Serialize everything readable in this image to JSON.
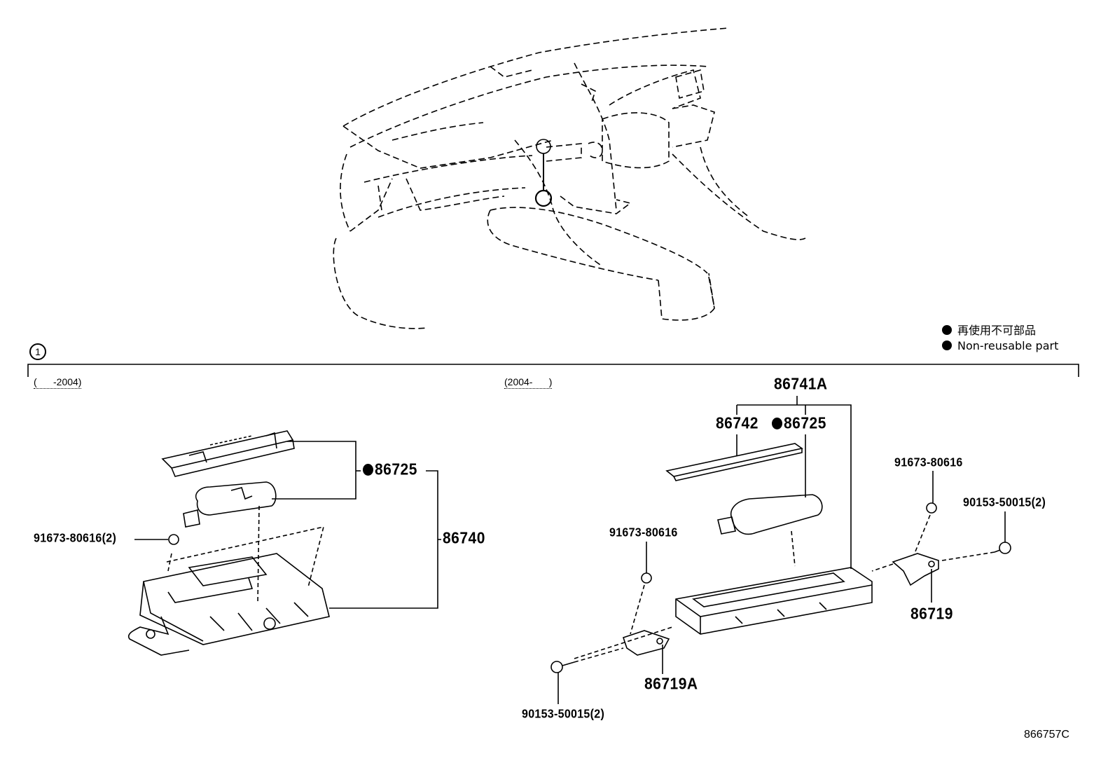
{
  "section_marker": "1",
  "periods": {
    "early": "(      -2004)",
    "late": "(2004-      )"
  },
  "legend": {
    "jp": "再使用不可部品",
    "en": "Non-reusable part"
  },
  "parts": {
    "left_86725": "86725",
    "left_86740": "86740",
    "left_screw": "91673-80616(2)",
    "right_86741A": "86741A",
    "right_86742": "86742",
    "right_86725": "86725",
    "right_screw_top": "91673-80616",
    "right_screw_mid": "91673-80616",
    "right_bolt_right": "90153-50015(2)",
    "right_86719": "86719",
    "right_86719A": "86719A",
    "right_bolt_bottom": "90153-50015(2)"
  },
  "doc_number": "866757C"
}
